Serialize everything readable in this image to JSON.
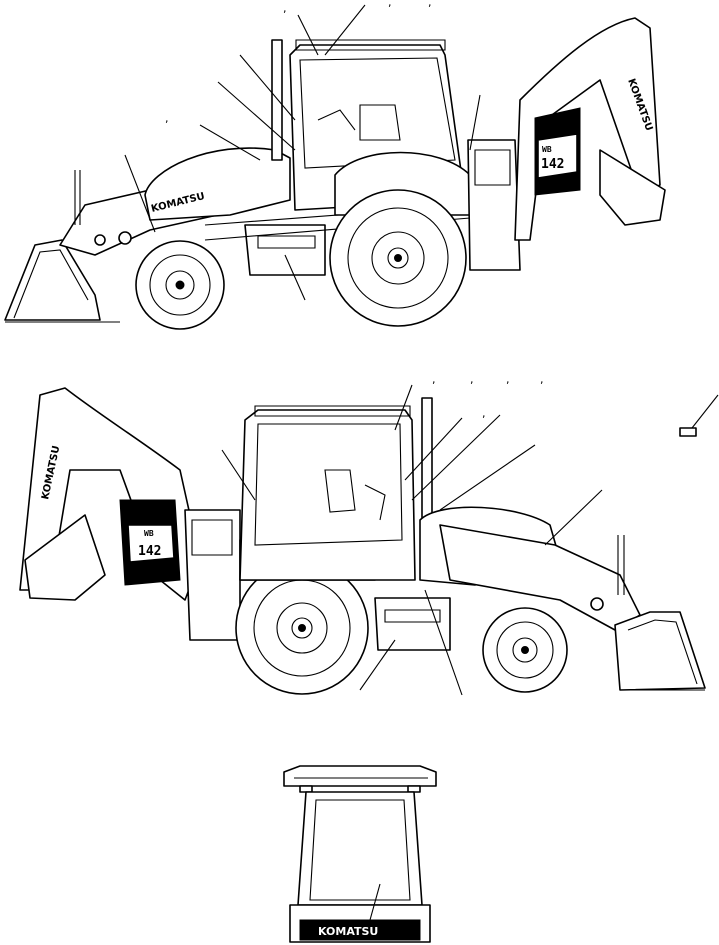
{
  "brand": {
    "logo_text": "KOMATSU",
    "model_prefix": "WB",
    "model_number": "142"
  },
  "callout_marks": {
    "top": [
      ",",
      ",",
      ",",
      ","
    ],
    "middle": [
      ",",
      ",",
      ",",
      ",",
      ","
    ]
  },
  "colors": {
    "line": "#000000",
    "background": "#ffffff"
  }
}
